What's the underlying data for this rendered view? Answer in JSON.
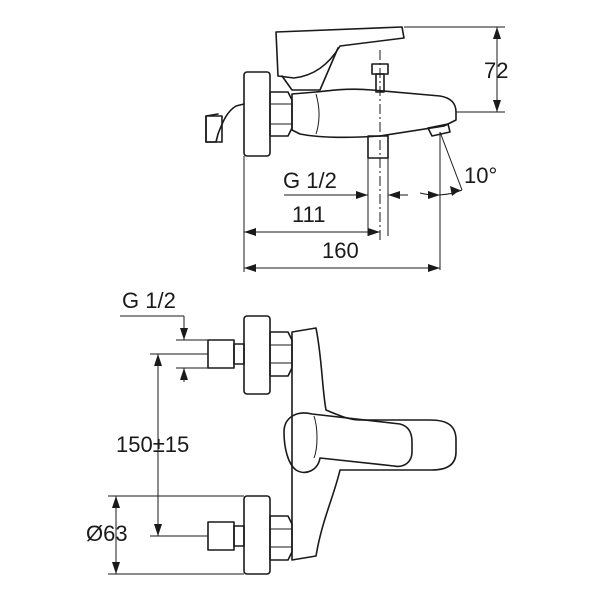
{
  "side_view": {
    "height_label": "72",
    "thread_label": "G 1/2",
    "angle_label": "10°",
    "dim_short_label": "111",
    "dim_long_label": "160"
  },
  "front_view": {
    "thread_label": "G 1/2",
    "spacing_label": "150±15",
    "rosette_label": "Ø63"
  }
}
